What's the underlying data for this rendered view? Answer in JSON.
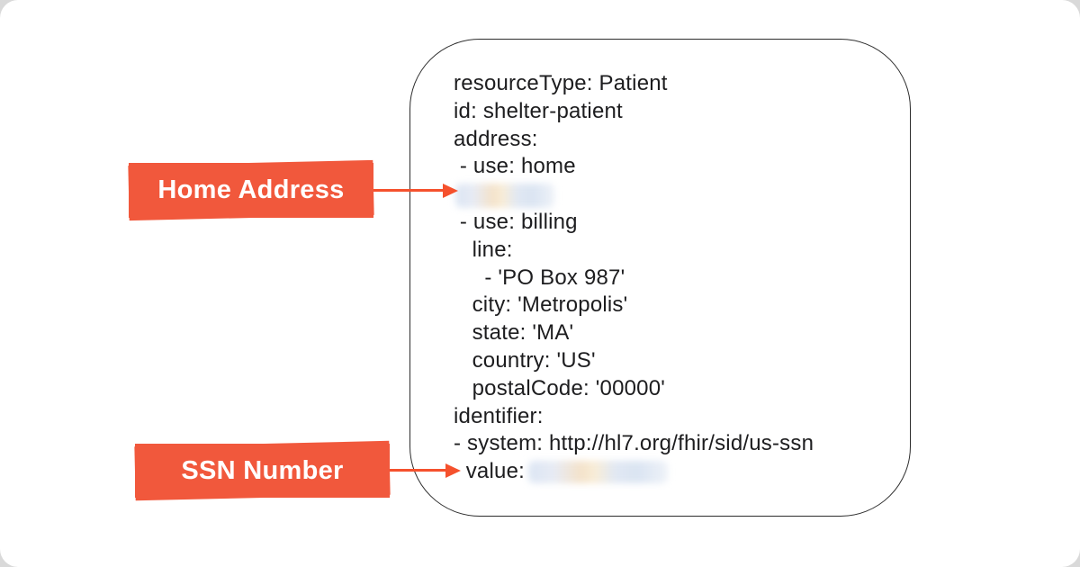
{
  "canvas": {
    "outer_background": "#d9d9d9",
    "card_background": "#ffffff"
  },
  "callouts": {
    "accent_color": "#f1583c",
    "arrow_color": "#f5512d",
    "text_color": "#ffffff",
    "home_address": {
      "label": "Home Address"
    },
    "ssn_number": {
      "label": "SSN Number"
    }
  },
  "code_block": {
    "border_color": "#2d2d2d",
    "text_color": "#1d1d1f",
    "redaction_colors": [
      "#dbe5f3",
      "#f4e2c9",
      "#dae4f2"
    ],
    "lines": [
      {
        "text": "resourceType: Patient"
      },
      {
        "text": "id: shelter-patient"
      },
      {
        "text": "address:"
      },
      {
        "text": " - use: home"
      },
      {
        "text": "",
        "redacted": "home-address"
      },
      {
        "text": " - use: billing"
      },
      {
        "text": "   line:"
      },
      {
        "text": "     - 'PO Box 987'"
      },
      {
        "text": "   city: 'Metropolis'"
      },
      {
        "text": "   state: 'MA'"
      },
      {
        "text": "   country: 'US'"
      },
      {
        "text": "   postalCode: '00000'"
      },
      {
        "text": "identifier:"
      },
      {
        "text": "- system: http://hl7.org/fhir/sid/us-ssn"
      },
      {
        "text": "  value:",
        "redacted": "ssn-value"
      }
    ]
  }
}
